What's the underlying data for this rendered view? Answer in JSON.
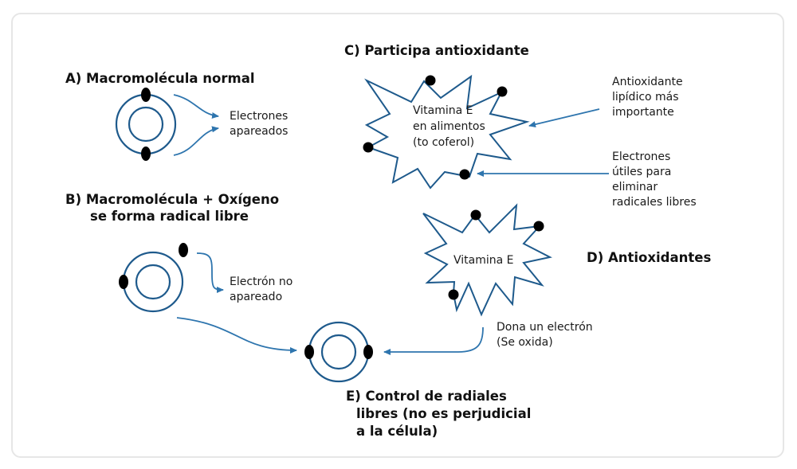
{
  "sections": {
    "a": {
      "title": "A) Macromolécula normal",
      "label_lines": [
        "Electrones",
        "apareados"
      ]
    },
    "b": {
      "title_lines": [
        "B) Macromolécula + Oxígeno",
        "se forma radical libre"
      ],
      "label_lines": [
        "Electrón no",
        "apareado"
      ]
    },
    "c": {
      "title": "C) Participa antioxidante",
      "star_text_lines": [
        "Vitamina E",
        "en alimentos",
        "(to coferol)"
      ],
      "note_1_lines": [
        "Antioxidante",
        "lipídico más",
        "importante"
      ],
      "note_2_lines": [
        "Electrones",
        "útiles para",
        "eliminar",
        "radicales libres"
      ]
    },
    "d": {
      "title": "D) Antioxidantes",
      "star_text": "Vitamina E",
      "label_lines": [
        "Dona un electrón",
        "(Se oxida)"
      ]
    },
    "e": {
      "title_lines": [
        "E) Control de radiales",
        "libres (no es perjudicial",
        "a la célula)"
      ]
    }
  },
  "colors": {
    "orbit": "#1e5a8c",
    "arrow": "#2e75ae",
    "electron": "#000000",
    "border": "#e6e6e6"
  }
}
